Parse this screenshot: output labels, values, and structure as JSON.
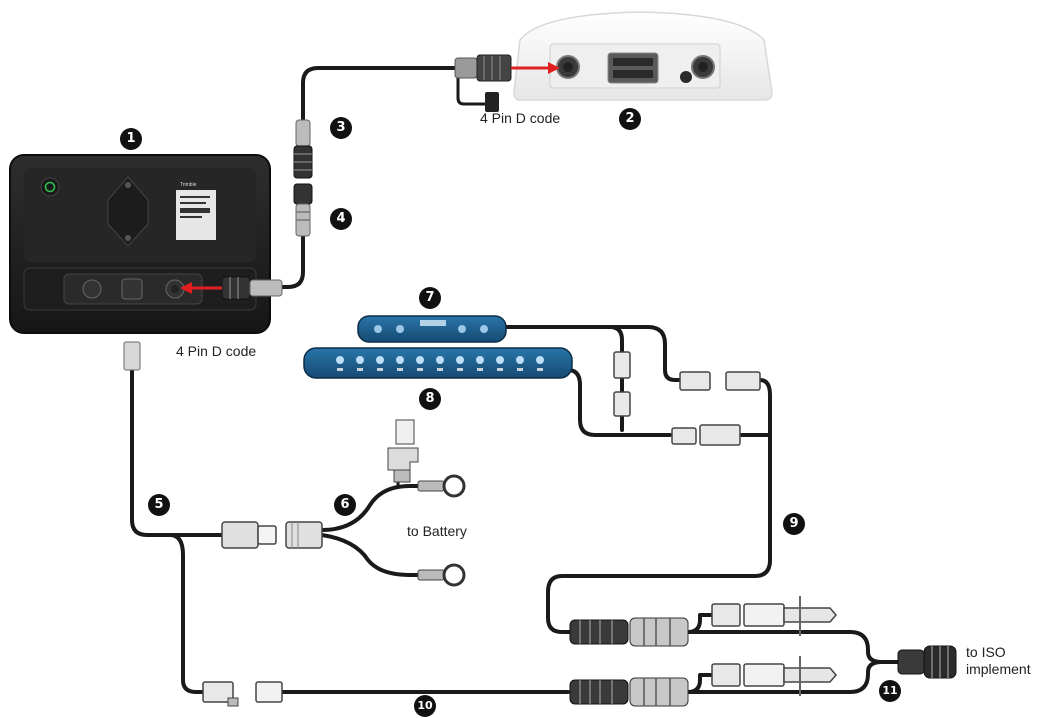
{
  "callouts": [
    "1",
    "2",
    "3",
    "4",
    "5",
    "6",
    "7",
    "8",
    "9",
    "10",
    "11"
  ],
  "labels": {
    "display_connector": "4 Pin D code",
    "receiver_connector": "4 Pin D code",
    "battery": "to Battery",
    "iso_line1": "to ISO",
    "iso_line2": "implement"
  },
  "colors": {
    "cable": "#1a1a1a",
    "arrow": "#e02020",
    "switchbox": "#1c5c8c"
  },
  "icons": {
    "display": "tablet-display-icon",
    "receiver": "gps-receiver-icon"
  }
}
